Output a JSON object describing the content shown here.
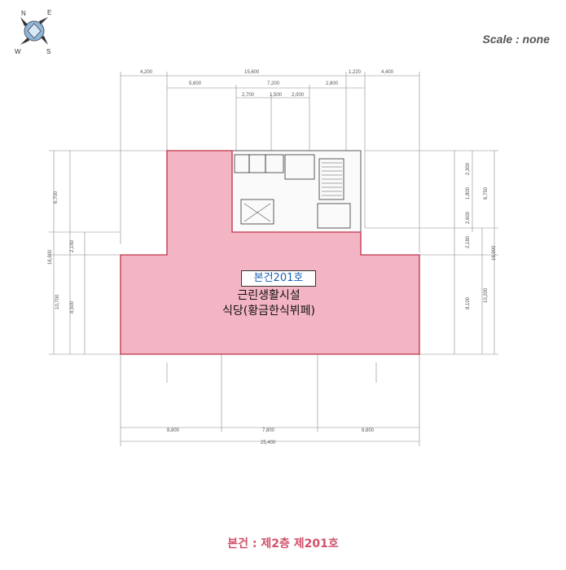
{
  "compass": {
    "north": "N",
    "east": "E",
    "south": "S",
    "west": "W"
  },
  "scale_label": "Scale : none",
  "unit": {
    "label": "본건201호",
    "use_line1": "근린생활시설",
    "use_line2": "식당(황금한식뷔페)"
  },
  "caption": "본건 : 제2층 제201호",
  "dimensions": {
    "top_row1": [
      "4,200",
      "15,600",
      "1,220",
      "4,400"
    ],
    "top_row2": [
      "5,600",
      "7,200",
      "2,800"
    ],
    "top_row3": [
      "2,700",
      "1,500",
      "2,000"
    ],
    "left_col": [
      "6,700",
      "16,900",
      "2,150",
      "10,700",
      "8,500"
    ],
    "right_col": [
      "2,300",
      "1,800",
      "6,750",
      "2,600",
      "2,180",
      "16,900",
      "8,100",
      "10,200"
    ],
    "bottom_row1": [
      "8,800",
      "7,800",
      "8,800"
    ],
    "bottom_total": "25,400"
  },
  "colors": {
    "unit_fill": "#f1a8b8",
    "unit_stroke": "#c0304c",
    "caption": "#d1506a"
  }
}
